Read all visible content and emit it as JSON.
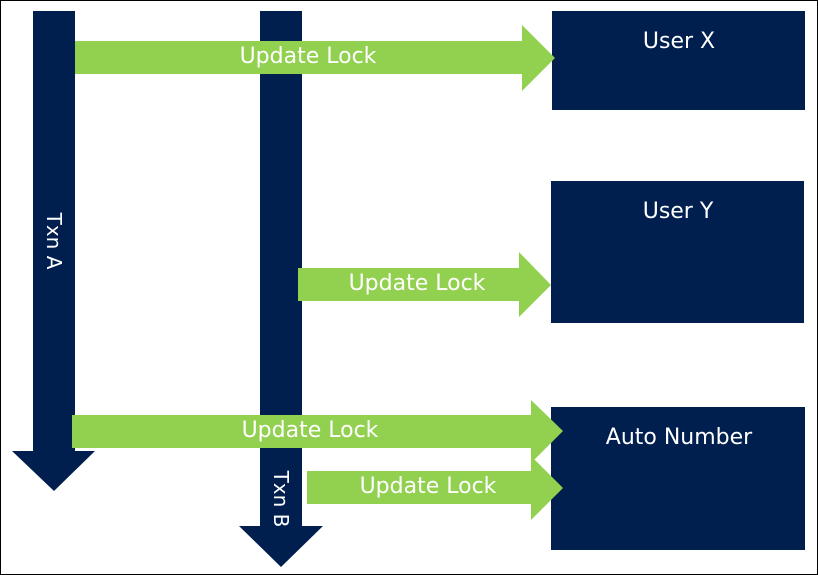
{
  "colors": {
    "navy": "#001f4e",
    "green": "#92d050",
    "text": "#ffffff",
    "frame": "#000000"
  },
  "transactions": [
    {
      "id": "txn_a",
      "label": "Txn A"
    },
    {
      "id": "txn_b",
      "label": "Txn B"
    }
  ],
  "resources": [
    {
      "id": "user_x",
      "label": "User X"
    },
    {
      "id": "user_y",
      "label": "User Y"
    },
    {
      "id": "auto_number",
      "label": "Auto Number"
    }
  ],
  "lock_arrows": [
    {
      "from": "txn_a",
      "to": "user_x",
      "label": "Update Lock"
    },
    {
      "from": "txn_b",
      "to": "user_y",
      "label": "Update Lock"
    },
    {
      "from": "txn_a",
      "to": "auto_number",
      "label": "Update Lock"
    },
    {
      "from": "txn_b",
      "to": "auto_number",
      "label": "Update Lock"
    }
  ]
}
